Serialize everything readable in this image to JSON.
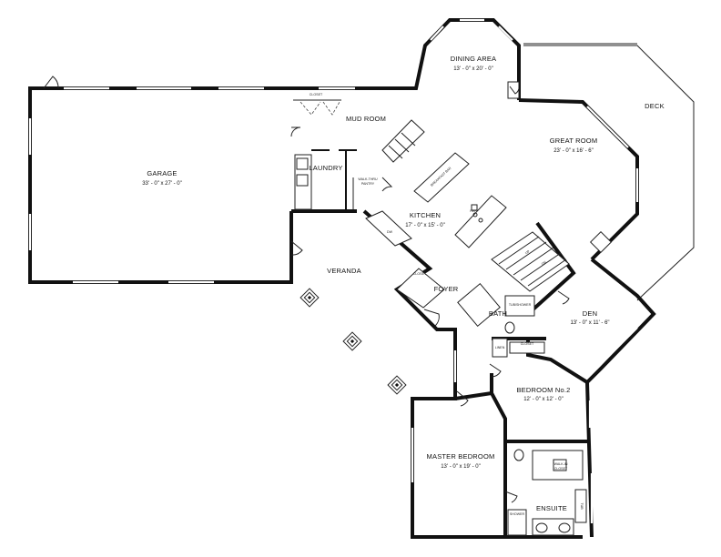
{
  "rooms": {
    "dining": {
      "name": "DINING AREA",
      "dims": "13' - 0\" x 20' - 0\""
    },
    "deck": {
      "name": "DECK"
    },
    "great": {
      "name": "GREAT ROOM",
      "dims": "23' - 0\" x 16' - 6\""
    },
    "mud": {
      "name": "MUD ROOM"
    },
    "laundry": {
      "name": "LAUNDRY"
    },
    "garage": {
      "name": "GARAGE",
      "dims": "33' - 0\" x 27' - 0\""
    },
    "kitchen": {
      "name": "KITCHEN",
      "dims": "17' - 0\" x 15' - 0\""
    },
    "veranda": {
      "name": "VERANDA"
    },
    "foyer": {
      "name": "FOYER"
    },
    "bath": {
      "name": "BATH"
    },
    "den": {
      "name": "DEN",
      "dims": "13' - 0\" x 11' - 6\""
    },
    "bedroom2": {
      "name": "BEDROOM No.2",
      "dims": "12' - 0\" x 12' - 0\""
    },
    "master": {
      "name": "MASTER BEDROOM",
      "dims": "13' - 0\" x 19' - 0\""
    },
    "ensuite": {
      "name": "ENSUITE"
    }
  },
  "small_labels": {
    "closet_mud": "CLOSET",
    "walk_thru_line1": "WALK-THRU",
    "walk_thru_line2": "PANTRY",
    "closet_foyer": "CLOSET",
    "closet_bed2": "CLOSET",
    "linen": "LINEN",
    "walk_in_line1": "WALK-IN",
    "walk_in_line2": "CLOSET",
    "breakfast_bar": "BREAKFAST BAR",
    "ref": "REF",
    "dw": "DW",
    "shower": "SHOWER",
    "tub": "TUB",
    "bath_unit": "TUB/SHOWER",
    "stairs_up": "UP",
    "stairs_dn": "DN"
  }
}
